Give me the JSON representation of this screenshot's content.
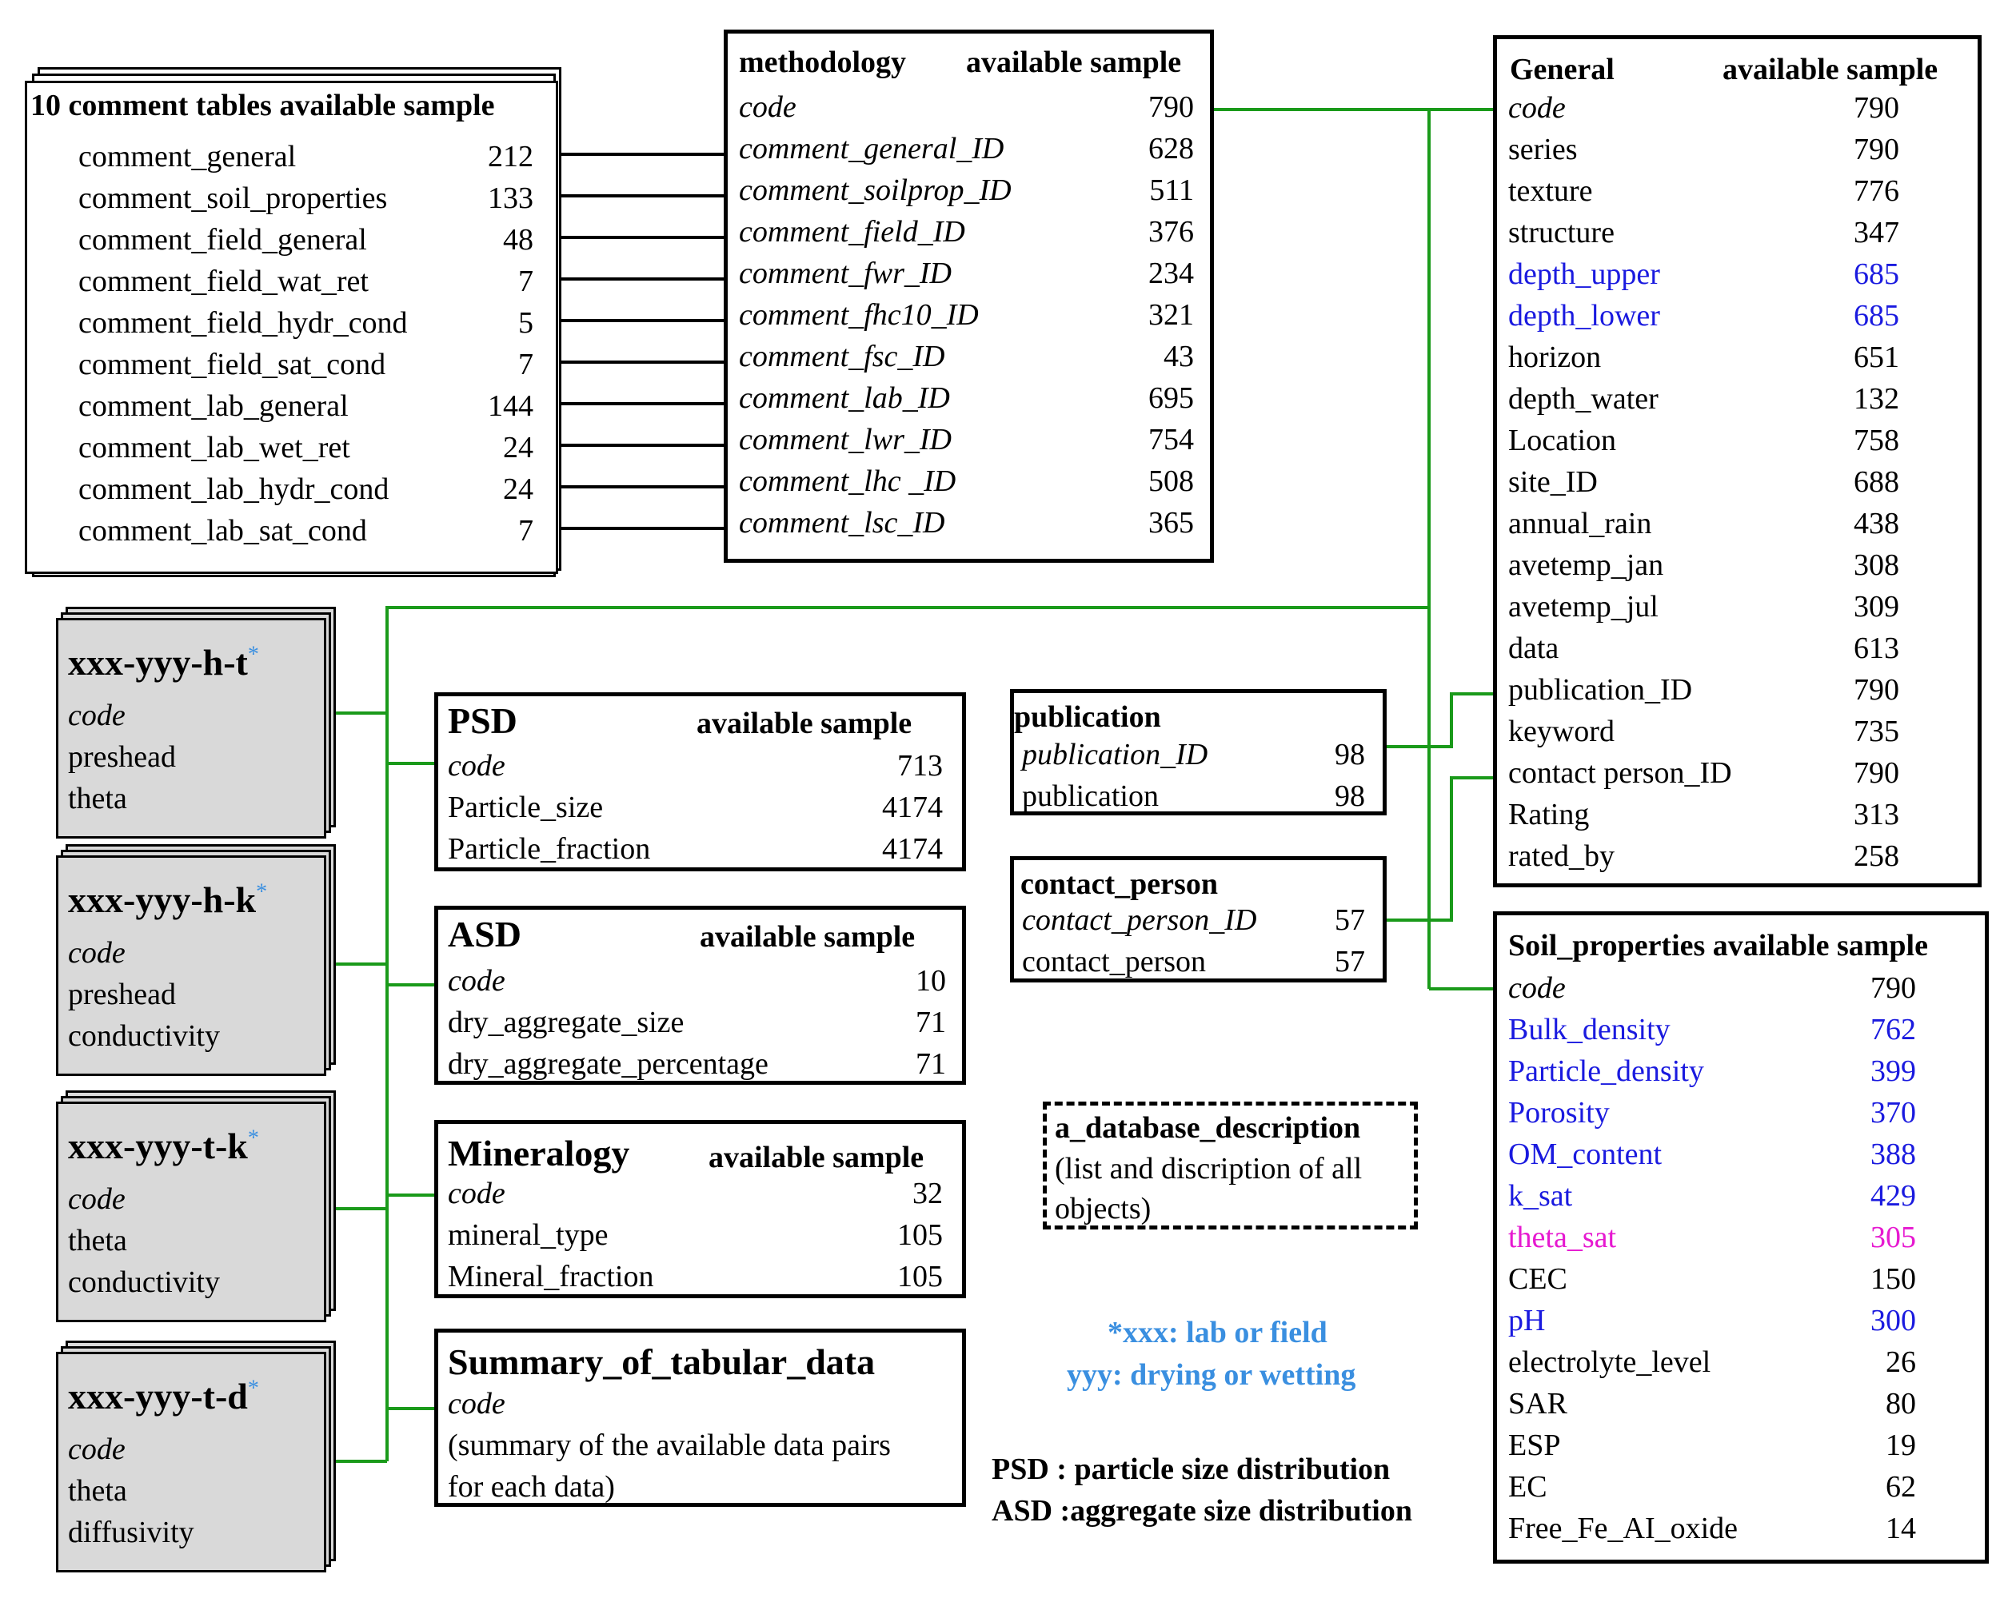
{
  "comment_tables": {
    "header": "10 comment tables available sample",
    "rows": [
      {
        "name": "comment_general",
        "value": "212"
      },
      {
        "name": "comment_soil_properties",
        "value": "133"
      },
      {
        "name": "comment_field_general",
        "value": "48"
      },
      {
        "name": "comment_field_wat_ret",
        "value": "7"
      },
      {
        "name": "comment_field_hydr_cond",
        "value": "5"
      },
      {
        "name": "comment_field_sat_cond",
        "value": "7"
      },
      {
        "name": "comment_lab_general",
        "value": "144"
      },
      {
        "name": "comment_lab_wet_ret",
        "value": "24"
      },
      {
        "name": "comment_lab_hydr_cond",
        "value": "24"
      },
      {
        "name": "comment_lab_sat_cond",
        "value": "7"
      }
    ]
  },
  "methodology": {
    "title": "methodology",
    "sample_label": "available sample",
    "rows": [
      {
        "name": "code",
        "value": "790"
      },
      {
        "name": "comment_general_ID",
        "value": "628"
      },
      {
        "name": "comment_soilprop_ID",
        "value": "511"
      },
      {
        "name": "comment_field_ID",
        "value": "376"
      },
      {
        "name": "comment_fwr_ID",
        "value": "234"
      },
      {
        "name": "comment_fhc10_ID",
        "value": "321"
      },
      {
        "name": "comment_fsc_ID",
        "value": "43"
      },
      {
        "name": "comment_lab_ID",
        "value": "695"
      },
      {
        "name": "comment_lwr_ID",
        "value": "754"
      },
      {
        "name": "comment_lhc _ID",
        "value": "508"
      },
      {
        "name": "comment_lsc_ID",
        "value": "365"
      }
    ]
  },
  "general": {
    "title": "General",
    "sample_label": "available sample",
    "rows": [
      {
        "name": "code",
        "value": "790",
        "style": "italic"
      },
      {
        "name": "series",
        "value": "790"
      },
      {
        "name": "texture",
        "value": "776"
      },
      {
        "name": "structure",
        "value": "347"
      },
      {
        "name": "depth_upper",
        "value": "685",
        "color": "#1a1adf"
      },
      {
        "name": "depth_lower",
        "value": "685",
        "color": "#1a1adf"
      },
      {
        "name": "horizon",
        "value": "651"
      },
      {
        "name": "depth_water",
        "value": "132"
      },
      {
        "name": "Location",
        "value": "758"
      },
      {
        "name": "site_ID",
        "value": "688"
      },
      {
        "name": "annual_rain",
        "value": "438"
      },
      {
        "name": "avetemp_jan",
        "value": "308"
      },
      {
        "name": "avetemp_jul",
        "value": "309"
      },
      {
        "name": "data",
        "value": "613"
      },
      {
        "name": "publication_ID",
        "value": "790"
      },
      {
        "name": "keyword",
        "value": "735"
      },
      {
        "name": "contact person_ID",
        "value": "790"
      },
      {
        "name": "Rating",
        "value": "313"
      },
      {
        "name": "rated_by",
        "value": "258"
      }
    ]
  },
  "soil_properties": {
    "header": "Soil_properties available sample",
    "rows": [
      {
        "name": "code",
        "value": "790",
        "style": "italic"
      },
      {
        "name": "Bulk_density",
        "value": "762",
        "color": "#1a1adf"
      },
      {
        "name": "Particle_density",
        "value": "399",
        "color": "#1a1adf"
      },
      {
        "name": "Porosity",
        "value": "370",
        "color": "#1a1adf"
      },
      {
        "name": "OM_content",
        "value": "388",
        "color": "#1a1adf"
      },
      {
        "name": "k_sat",
        "value": "429",
        "color": "#1a1adf"
      },
      {
        "name": "theta_sat",
        "value": "305",
        "color": "#e619d0"
      },
      {
        "name": "CEC",
        "value": "150"
      },
      {
        "name": "pH",
        "value": "300",
        "color": "#1a1adf"
      },
      {
        "name": "electrolyte_level",
        "value": "26"
      },
      {
        "name": "SAR",
        "value": "80"
      },
      {
        "name": "ESP",
        "value": "19"
      },
      {
        "name": "EC",
        "value": "62"
      },
      {
        "name": "Free_Fe_AI_oxide",
        "value": "14"
      }
    ]
  },
  "psd": {
    "title": "PSD",
    "sample_label": "available sample",
    "rows": [
      {
        "name": "code",
        "value": "713"
      },
      {
        "name": "Particle_size",
        "value": "4174"
      },
      {
        "name": "Particle_fraction",
        "value": "4174"
      }
    ]
  },
  "asd": {
    "title": "ASD",
    "sample_label": "available sample",
    "rows": [
      {
        "name": "code",
        "value": "10"
      },
      {
        "name": "dry_aggregate_size",
        "value": "71"
      },
      {
        "name": "dry_aggregate_percentage",
        "value": "71"
      }
    ]
  },
  "mineralogy": {
    "title": "Mineralogy",
    "sample_label": "available sample",
    "rows": [
      {
        "name": "code",
        "value": "32"
      },
      {
        "name": "mineral_type",
        "value": "105"
      },
      {
        "name": "Mineral_fraction",
        "value": "105"
      }
    ]
  },
  "summary": {
    "title": "Summary_of_tabular_data",
    "code": "code",
    "desc1": "(summary of the available data pairs",
    "desc2": "for each data)"
  },
  "publication": {
    "title": "publication",
    "rows": [
      {
        "name": "publication_ID",
        "value": "98"
      },
      {
        "name": "publication",
        "value": "98"
      }
    ]
  },
  "contact_person": {
    "title": "contact_person",
    "rows": [
      {
        "name": "contact_person_ID",
        "value": "57"
      },
      {
        "name": "contact_person",
        "value": "57"
      }
    ]
  },
  "db_description": {
    "title": "a_database_description",
    "line1": "(list and discription of all",
    "line2": "objects)"
  },
  "hydro_tables": [
    {
      "title": "xxx-yyy-h-t",
      "star": "*",
      "fields": [
        "code",
        "preshead",
        "theta"
      ]
    },
    {
      "title": "xxx-yyy-h-k",
      "star": "*",
      "fields": [
        "code",
        "preshead",
        "conductivity"
      ]
    },
    {
      "title": "xxx-yyy-t-k",
      "star": "*",
      "fields": [
        "code",
        "theta",
        "conductivity"
      ]
    },
    {
      "title": "xxx-yyy-t-d",
      "star": "*",
      "fields": [
        "code",
        "theta",
        "diffusivity"
      ]
    }
  ],
  "legend": {
    "line1": "*xxx: lab or field",
    "line2": "yyy: drying or wetting",
    "psd": "PSD : particle size distribution",
    "asd": "ASD :aggregate size distribution"
  },
  "colors": {
    "connector": "#1a9a1a",
    "blue": "#1a1adf",
    "magenta": "#e619d0",
    "legend": "#3a8fe0",
    "gray_box": "#d9d9d9"
  }
}
